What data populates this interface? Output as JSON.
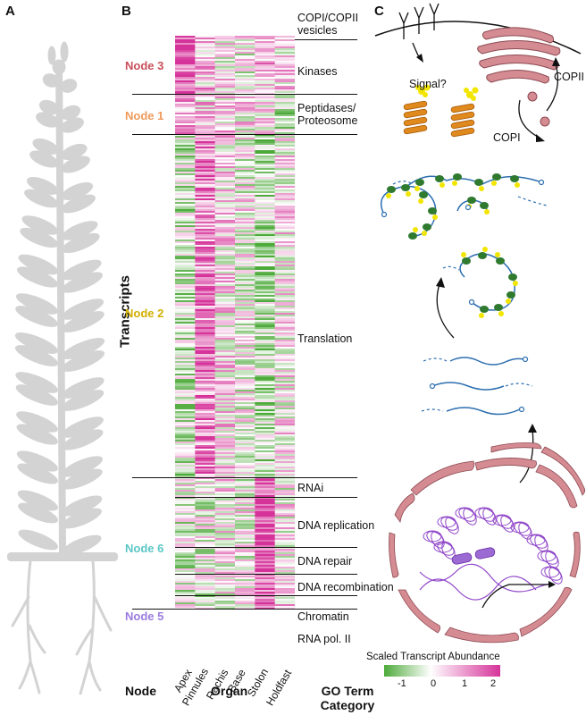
{
  "panels": {
    "a": "A",
    "b": "B",
    "c": "C"
  },
  "nodes": [
    {
      "label": "Node 3",
      "color": "#c9505b"
    },
    {
      "label": "Node 1",
      "color": "#f09a5a"
    },
    {
      "label": "Node 2",
      "color": "#d1b000"
    },
    {
      "label": "Node 6",
      "color": "#5cc7c6"
    },
    {
      "label": "Node 5",
      "color": "#9b7be0"
    }
  ],
  "go_terms": [
    "COPI/COPII vesicles",
    "Kinases",
    "Peptidases/ Proteosome",
    "Translation",
    "RNAi",
    "DNA replication",
    "DNA repair",
    "DNA recombination",
    "Chromatin",
    "RNA pol. II"
  ],
  "organs": [
    "Apex",
    "Pinnules",
    "Rachis",
    "Base",
    "Stolon",
    "Holdfast"
  ],
  "y_label": "Transcripts",
  "footer": {
    "node": "Node",
    "organ": "Organ",
    "go": "GO Term Category"
  },
  "legend": {
    "title": "Scaled Transcript Abundance",
    "ticks": [
      "-1",
      "0",
      "1",
      "2"
    ]
  },
  "cell_labels": {
    "signal": "Signal?",
    "copi": "COPI",
    "copii": "COPII"
  },
  "colors": {
    "low": "#4daa3a",
    "mid": "#ffffff",
    "high": "#d6339a",
    "plant": "#d3d3d3",
    "organelle": "#d58b92",
    "ribosome": "#2f7a2f",
    "mrna": "#2d6fb0",
    "protein": "#f2e600",
    "helix": "#e08a1e",
    "chromatin": "#9047c9"
  }
}
